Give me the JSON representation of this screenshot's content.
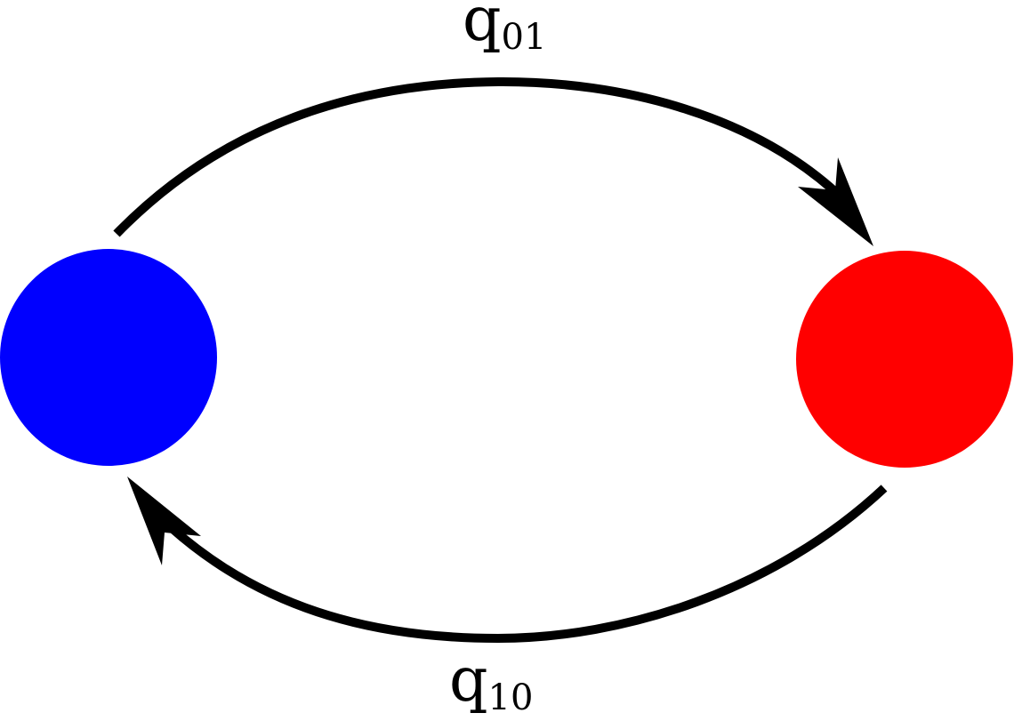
{
  "states": [
    {
      "name": "state-0",
      "color": "#0000ff"
    },
    {
      "name": "state-1",
      "color": "#ff0000"
    }
  ],
  "transitions": [
    {
      "from": "state-0",
      "to": "state-1",
      "symbol": "q",
      "subscript": "01"
    },
    {
      "from": "state-1",
      "to": "state-0",
      "symbol": "q",
      "subscript": "10"
    }
  ],
  "colors": {
    "background": "#ffffff",
    "arrow": "#000000"
  }
}
